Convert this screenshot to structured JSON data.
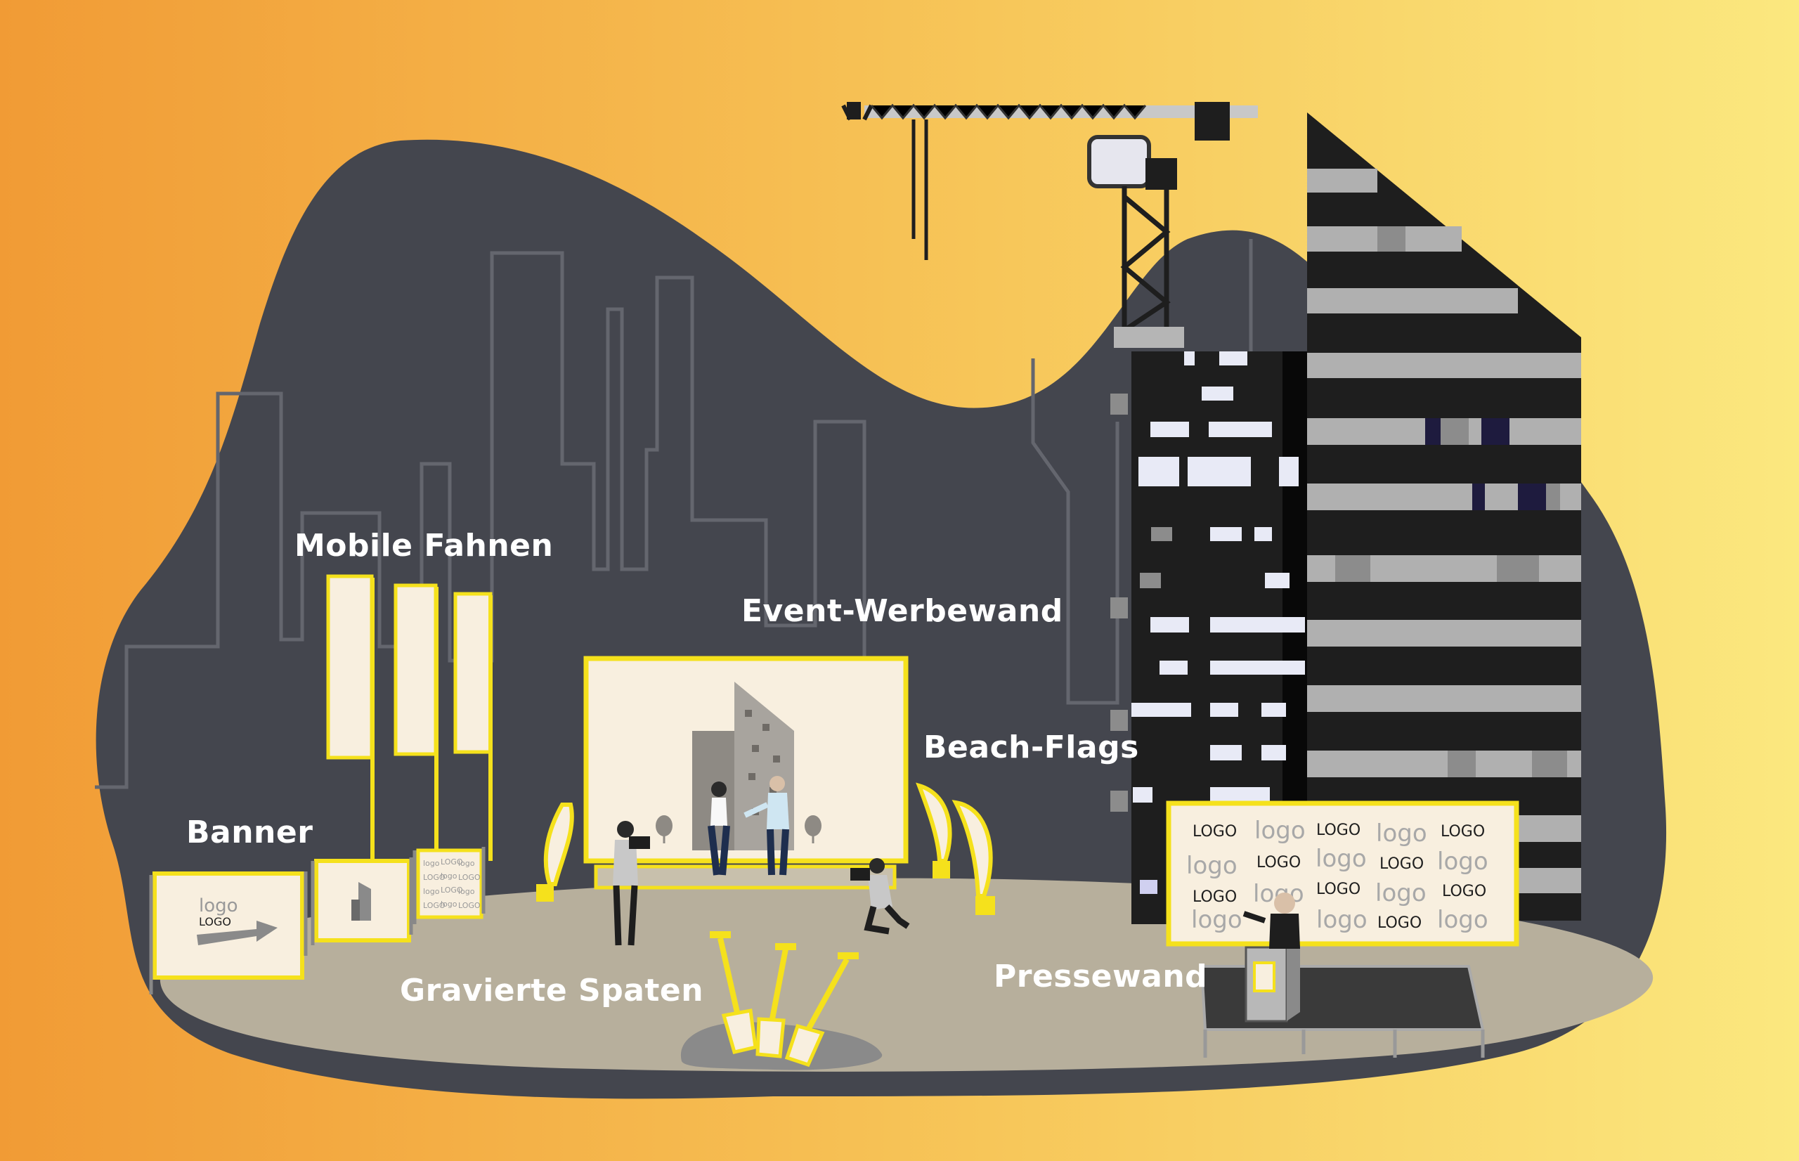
{
  "labels": {
    "mobile_fahnen": "Mobile Fahnen",
    "event_werbewand": "Event-Werbewand",
    "beach_flags": "Beach-Flags",
    "banner": "Banner",
    "gravierte_spaten": "Gravierte Spaten",
    "pressewand": "Pressewand"
  },
  "logo_texts": {
    "lower": "logo",
    "upper": "LOGO"
  },
  "colors": {
    "gradient_left": "#F19B35",
    "gradient_mid": "#F7C659",
    "gradient_right": "#FBE87F",
    "blob": "#44464E",
    "ground": "#B7AF9C",
    "accent": "#F5E11C",
    "panel": "#F8EFDF",
    "tower": "#1E1E1E",
    "tower_light": "#333333"
  }
}
